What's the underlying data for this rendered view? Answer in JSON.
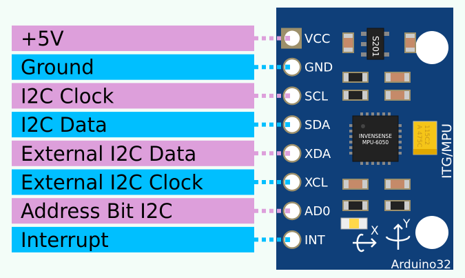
{
  "colors": {
    "pink": "#dd9fdb",
    "cyan": "#00bfff",
    "board": "#0f3f79",
    "pad": "#9d906b"
  },
  "pins": [
    {
      "label": "+5V",
      "pin": "VCC",
      "color": "pink"
    },
    {
      "label": "Ground",
      "pin": "GND",
      "color": "cyan"
    },
    {
      "label": "I2C Clock",
      "pin": "SCL",
      "color": "pink"
    },
    {
      "label": "I2C Data",
      "pin": "SDA",
      "color": "cyan"
    },
    {
      "label": "External I2C Data",
      "pin": "XDA",
      "color": "pink"
    },
    {
      "label": "External I2C Clock",
      "pin": "XCL",
      "color": "cyan"
    },
    {
      "label": "Address Bit I2C",
      "pin": "AD0",
      "color": "pink"
    },
    {
      "label": "Interrupt",
      "pin": "INT",
      "color": "cyan"
    }
  ],
  "board": {
    "regulator": "S201",
    "chip_line1": "INVENSENSE",
    "chip_line2": "MPU-6050",
    "capacitor_line1": "A 475C",
    "capacitor_line2": "115C2",
    "side_label": "ITG/MPU",
    "brand": "Arduino32",
    "axis_x": "X",
    "axis_y": "Y"
  }
}
